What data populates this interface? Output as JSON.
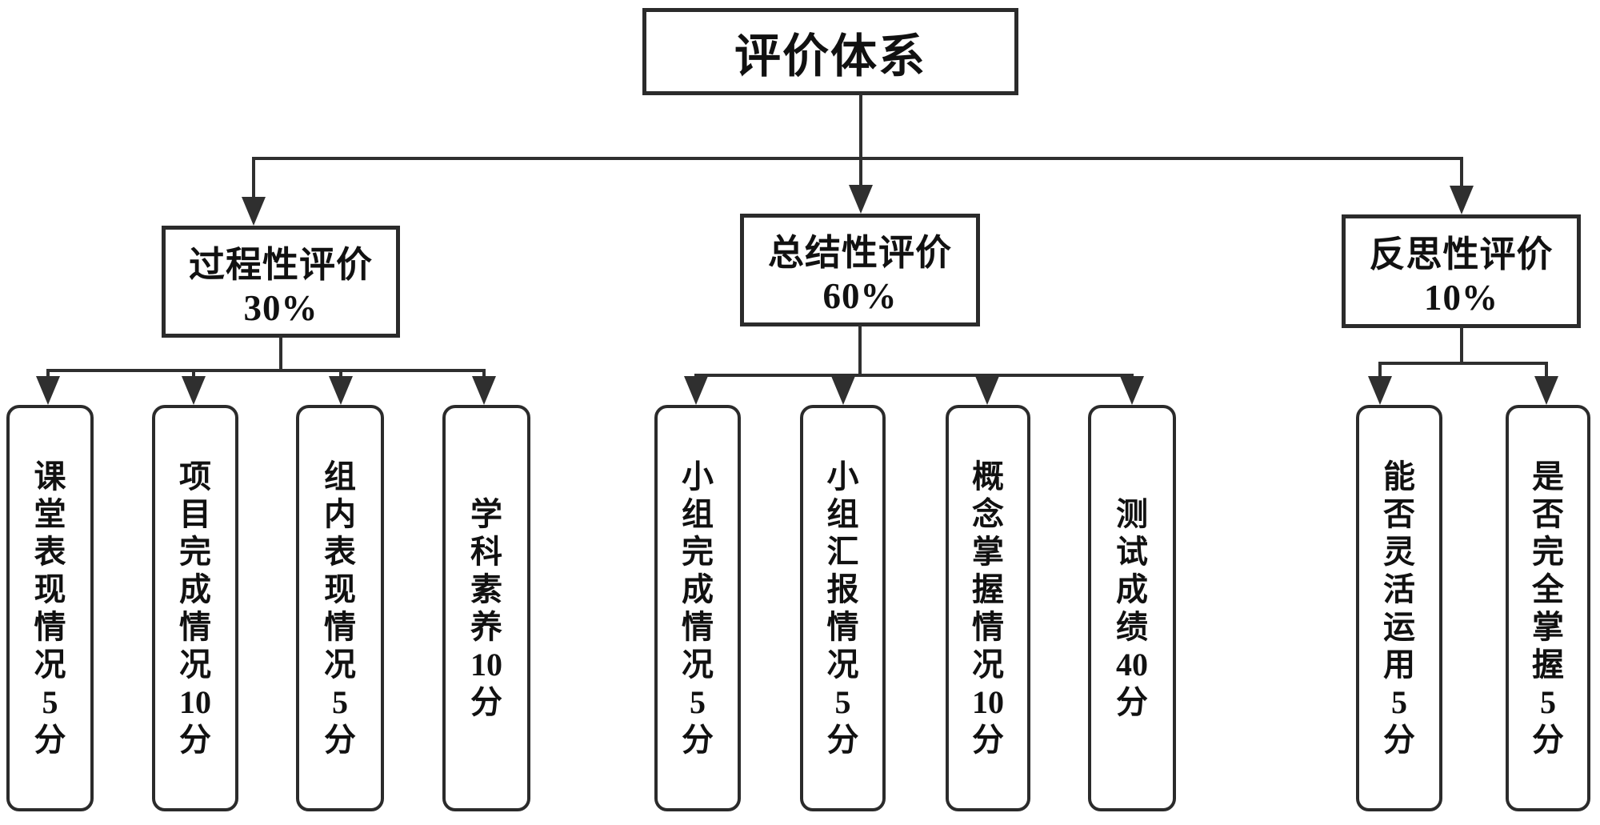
{
  "diagram": {
    "root": {
      "label": "评价体系"
    },
    "branches": [
      {
        "label": "过程性评价30%",
        "children": [
          {
            "text": "课堂表现情况5分",
            "lines": [
              "课",
              "堂",
              "表",
              "现",
              "情",
              "况",
              "5",
              "分"
            ]
          },
          {
            "text": "项目完成情况10分",
            "lines": [
              "项",
              "目",
              "完",
              "成",
              "情",
              "况",
              "10",
              "分"
            ]
          },
          {
            "text": "组内表现情况5分",
            "lines": [
              "组",
              "内",
              "表",
              "现",
              "情",
              "况",
              "5",
              "分"
            ]
          },
          {
            "text": "学科素养10分",
            "lines": [
              "学",
              "科",
              "素",
              "养",
              "10",
              "分"
            ]
          }
        ]
      },
      {
        "label": "总结性评价60%",
        "children": [
          {
            "text": "小组完成情况5分",
            "lines": [
              "小",
              "组",
              "完",
              "成",
              "情",
              "况",
              "5",
              "分"
            ]
          },
          {
            "text": "小组汇报情况5分",
            "lines": [
              "小",
              "组",
              "汇",
              "报",
              "情",
              "况",
              "5",
              "分"
            ]
          },
          {
            "text": "概念掌握情况10分",
            "lines": [
              "概",
              "念",
              "掌",
              "握",
              "情",
              "况",
              "10",
              "分"
            ]
          },
          {
            "text": "测试成绩40分",
            "lines": [
              "测",
              "试",
              "成",
              "绩",
              "40",
              "分"
            ]
          }
        ]
      },
      {
        "label": "反思性评价10%",
        "children": [
          {
            "text": "能否灵活运用5分",
            "lines": [
              "能",
              "否",
              "灵",
              "活",
              "运",
              "用",
              "5",
              "分"
            ]
          },
          {
            "text": "是否完全掌握5分",
            "lines": [
              "是",
              "否",
              "完",
              "全",
              "掌",
              "握",
              "5",
              "分"
            ]
          }
        ]
      }
    ],
    "colors": {
      "line": "#2f2f2f",
      "box_border": "#2b2b2b",
      "background": "#ffffff",
      "text": "#111111"
    }
  }
}
